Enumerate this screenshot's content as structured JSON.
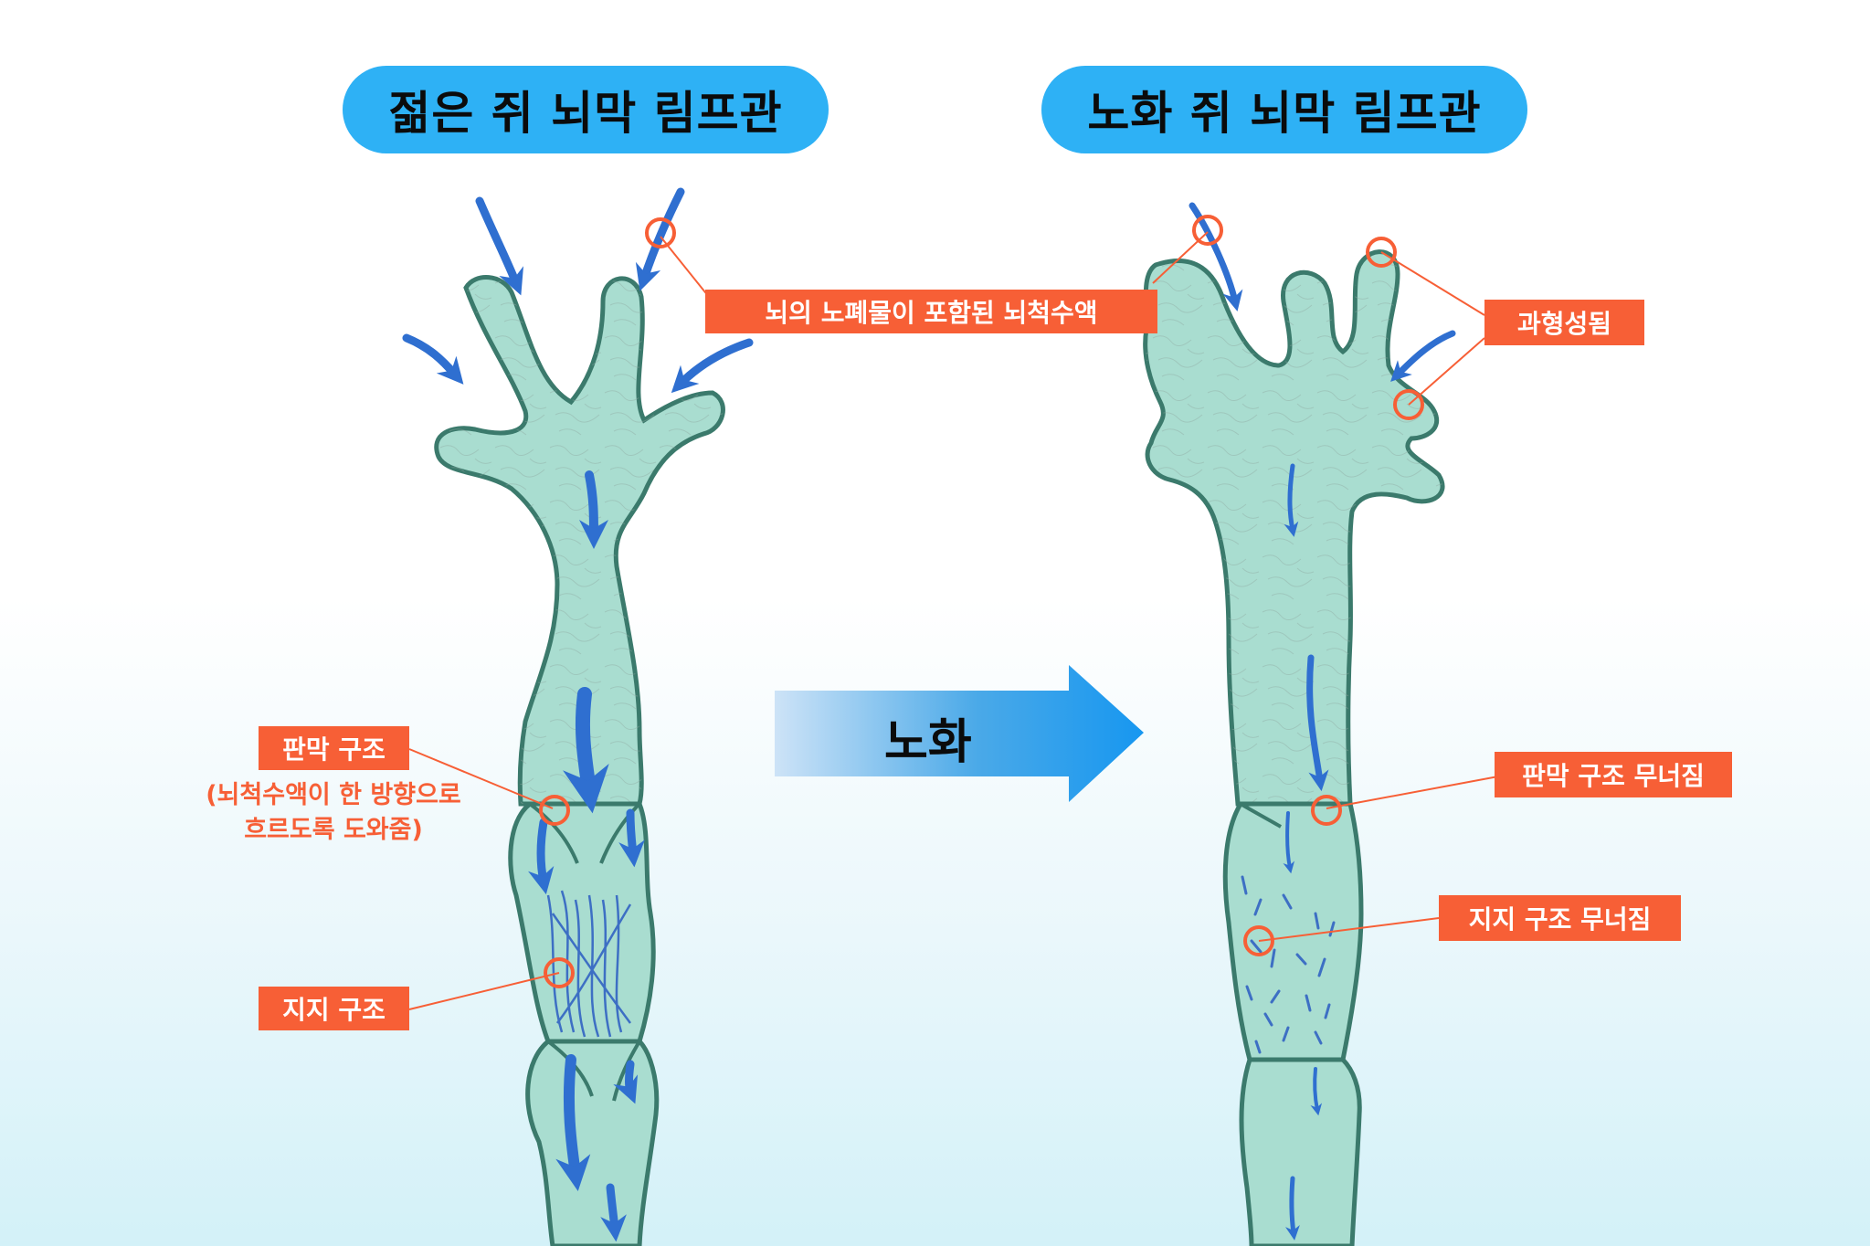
{
  "titles": {
    "young": "젊은 쥐 뇌막 림프관",
    "aged": "노화 쥐 뇌막 림프관"
  },
  "center_arrow_label": "노화",
  "labels": {
    "csf_waste": "뇌의 노폐물이 포함된 뇌척수액",
    "hyperplasia": "과형성됨",
    "valve": "판막 구조",
    "valve_note_line1": "(뇌척수액이 한 방향으로",
    "valve_note_line2": "흐르도록 도와줌)",
    "support": "지지 구조",
    "valve_collapse": "판막 구조 무너짐",
    "support_collapse": "지지 구조 무너짐"
  },
  "colors": {
    "vessel_fill": "#a9ddd0",
    "vessel_outline": "#3b7a6c",
    "flow_arrow": "#2f6fd0",
    "title_pill": "#2eb1f5",
    "label_tag": "#f75f36",
    "marker_circle": "#f75f36"
  }
}
